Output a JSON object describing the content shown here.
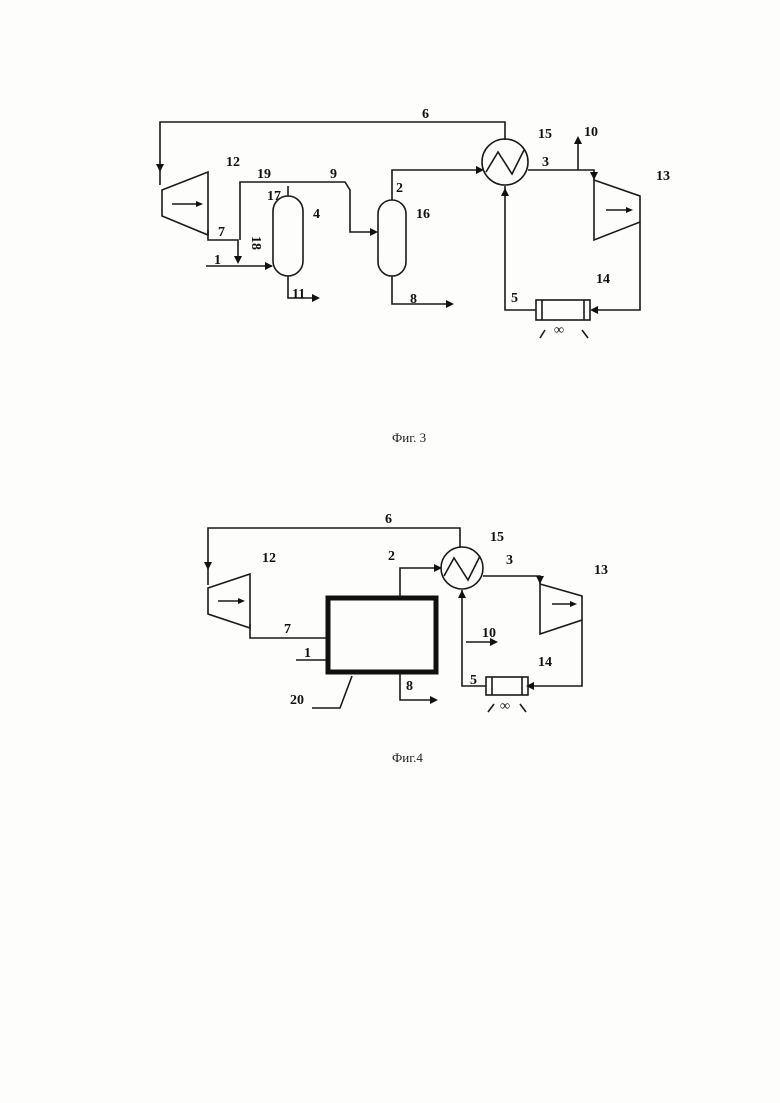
{
  "figures": [
    {
      "caption": "Фиг. 3",
      "labels": {
        "s1": "1",
        "s2": "2",
        "s3": "3",
        "s4": "4",
        "s5": "5",
        "s6": "6",
        "s7": "7",
        "s8": "8",
        "s9": "9",
        "s10": "10",
        "s11": "11",
        "s12": "12",
        "s13": "13",
        "s14": "14",
        "s15": "15",
        "s16": "16",
        "s17": "17",
        "s18": "18",
        "s19": "19"
      }
    },
    {
      "caption": "Фиг.4",
      "labels": {
        "s1": "1",
        "s2": "2",
        "s3": "3",
        "s5": "5",
        "s6": "6",
        "s7": "7",
        "s8": "8",
        "s10": "10",
        "s12": "12",
        "s13": "13",
        "s14": "14",
        "s15": "15",
        "s20": "20"
      }
    }
  ]
}
